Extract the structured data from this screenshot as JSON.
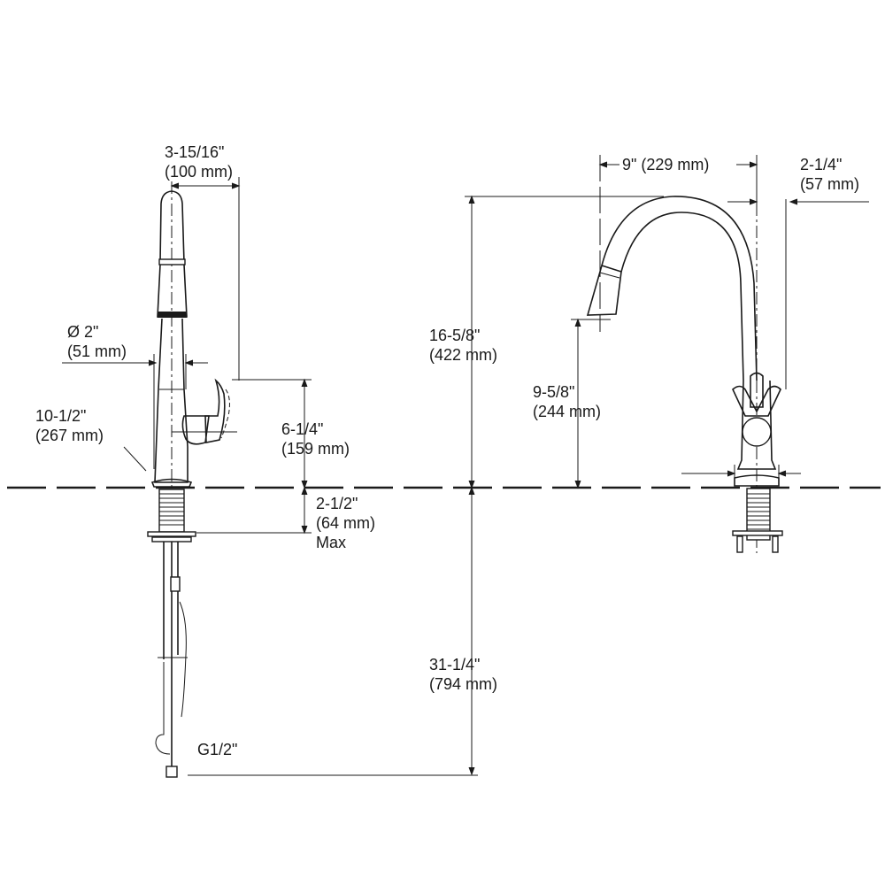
{
  "diagram": {
    "type": "technical-dimension-drawing",
    "subject": "pull-down kitchen faucet",
    "views": [
      "side-view",
      "front-view"
    ]
  },
  "side_view": {
    "dims": {
      "spout_reach_top": {
        "imperial": "3-15/16\"",
        "metric": "(100 mm)"
      },
      "body_diameter": {
        "imperial": "Ø 2\"",
        "metric": "(51 mm)"
      },
      "overall_height": {
        "imperial": "10-1/2\"",
        "metric": "(267 mm)"
      },
      "handle_height": {
        "imperial": "6-1/4\"",
        "metric": "(159 mm)"
      },
      "deck_thickness": {
        "imperial": "2-1/2\"",
        "metric": "(64 mm)",
        "note": "Max"
      },
      "supply_connection": {
        "label": "G1/2\""
      }
    }
  },
  "front_view": {
    "dims": {
      "spout_reach": {
        "label": "9\" (229 mm)"
      },
      "handle_offset": {
        "imperial": "2-1/4\"",
        "metric": "(57 mm)"
      },
      "spout_height": {
        "imperial": "16-5/8\"",
        "metric": "(422 mm)"
      },
      "aerator_height": {
        "imperial": "9-5/8\"",
        "metric": "(244 mm)"
      },
      "supply_length": {
        "imperial": "31-1/4\"",
        "metric": "(794 mm)"
      }
    }
  },
  "colors": {
    "line": "#1a1a1a",
    "background": "#ffffff"
  }
}
